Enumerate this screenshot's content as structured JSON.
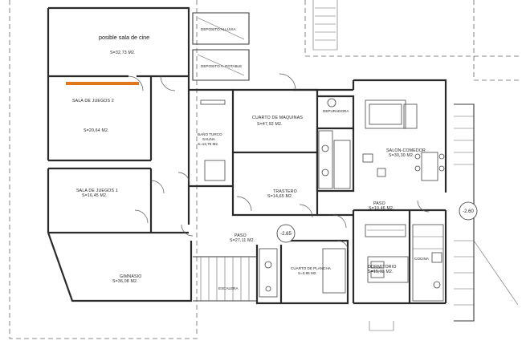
{
  "annotation": {
    "title": "posible sala de cine",
    "highlight_color": "#e0781e"
  },
  "rooms": {
    "sala_cine_area": "S=32,73 M2.",
    "deposito_alluvia": "DEPOSITO ALLUVIA",
    "deposito_potable": "DEPOSITO A. POTABLE",
    "sala_juegos_2": "SALA DE JUEGOS 2",
    "sala_juegos_2_area": "S=20,64 M2.",
    "sala_juegos_1": "SALA DE JUEGOS 1",
    "sala_juegos_1_area": "S=16,45 M2.",
    "gimnasio": "GIMNASIO",
    "gimnasio_area": "S=36,08 M2.",
    "bano_turco": "BAÑO TURCO",
    "sauna": "SAUNA",
    "bano_area": "S=13,75 M2.",
    "cuarto_maquinas": "CUARTO DE MAQUINAS",
    "cuarto_maquinas_area": "S=47,92 M2.",
    "depuradora": "DEPURADORA",
    "trastero": "TRASTERO",
    "trastero_area": "S=14,65 M2.",
    "paso_1": "PASO",
    "paso_1_area": "S=27,11 M2.",
    "cuarto_plancha": "CUARTO DE PLANCHA",
    "cuarto_plancha_area": "S=3,95 M2.",
    "salon": "SALON-COMEDOR",
    "salon_area": "S=30,30 M2.",
    "paso_2": "PASO",
    "paso_2_area": "S=10,46 M2.",
    "dormitorio": "DORMITORIO",
    "dormitorio_area": "S=15,13 M2.",
    "cocina": "COCINA",
    "escalera": "ESCALERA"
  },
  "elevations": {
    "e1": "-2.65",
    "e2": "-2.60"
  }
}
